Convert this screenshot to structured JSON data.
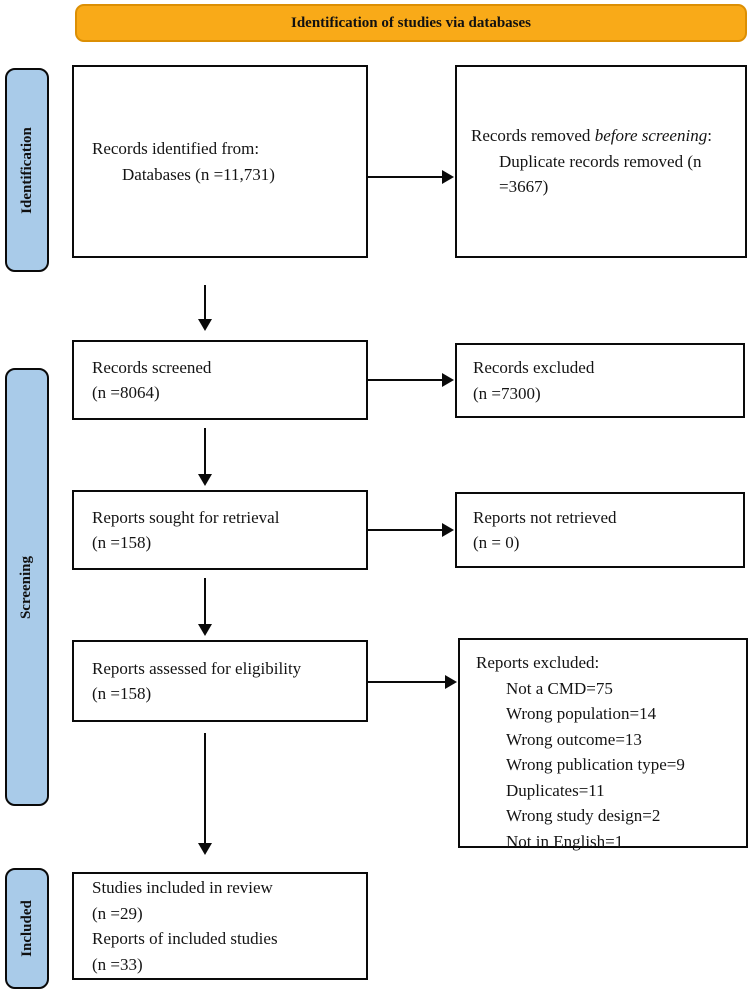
{
  "header": {
    "title": "Identification of studies via databases"
  },
  "stages": {
    "identification": "Identification",
    "screening": "Screening",
    "included": "Included"
  },
  "boxes": {
    "records_identified": {
      "line1": "Records identified from:",
      "line2": "Databases (n =11,731)"
    },
    "records_removed": {
      "text_before": "Records removed ",
      "text_italic": "before screening",
      "text_after": ":",
      "detail": "Duplicate records removed (n =3667)"
    },
    "records_screened": {
      "line1": "Records screened",
      "line2": "(n =8064)"
    },
    "records_excluded": {
      "line1": "Records excluded",
      "line2": "(n =7300)"
    },
    "reports_sought": {
      "line1": "Reports sought for retrieval",
      "line2": "(n =158)"
    },
    "reports_not_retrieved": {
      "line1": "Reports not retrieved",
      "line2": "(n = 0)"
    },
    "reports_assessed": {
      "line1": "Reports assessed for eligibility",
      "line2": "(n =158)"
    },
    "reports_excluded": {
      "title": "Reports excluded:",
      "items": [
        "Not a CMD=75",
        "Wrong population=14",
        "Wrong outcome=13",
        "Wrong publication type=9",
        "Duplicates=11",
        "Wrong study design=2",
        "Not in English=1"
      ]
    },
    "studies_included": {
      "line1": "Studies included in review",
      "line2": "(n =29)",
      "line3": "Reports of included studies",
      "line4": "(n =33)"
    }
  },
  "colors": {
    "banner_fill": "#F9AA18",
    "banner_border": "#DC8F04",
    "stage_fill": "#A9CBE9",
    "box_border": "#0A0A0A"
  }
}
